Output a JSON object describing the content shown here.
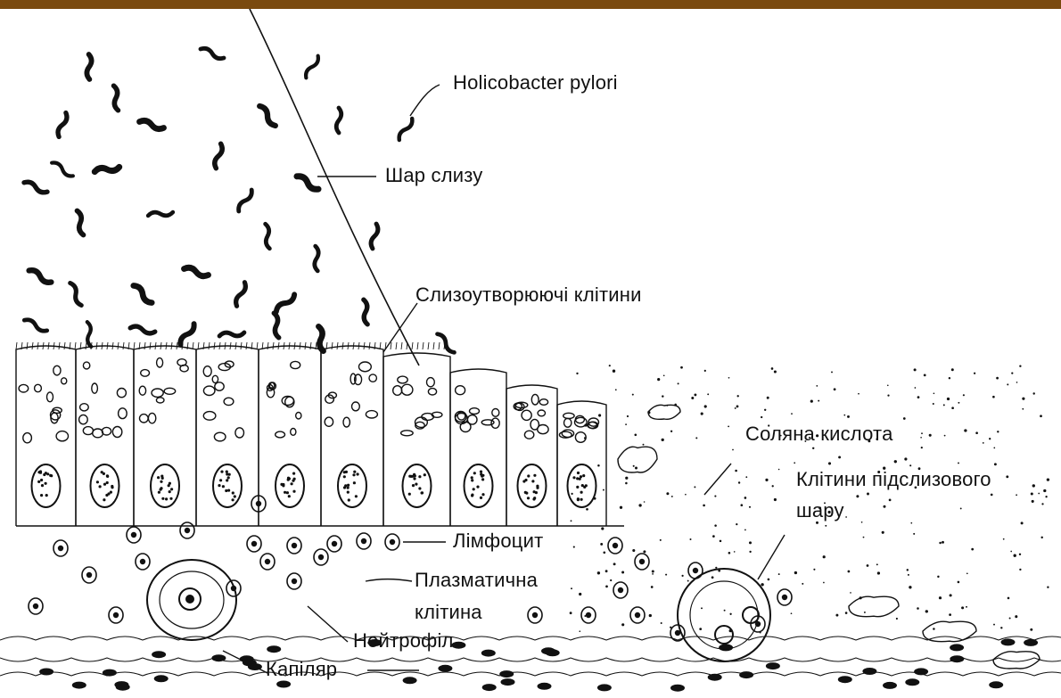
{
  "colors": {
    "header_bar": "#7a4a0f",
    "ink": "#111111",
    "background": "#ffffff"
  },
  "labels": {
    "h_pylori": "Holicobacter pylori",
    "mucus_layer": "Шар слизу",
    "mucus_cells": "Слизоутворюючі клітини",
    "hcl": "Соляна кислота",
    "submucosa_1": "Клітини підслизового",
    "submucosa_2": "шару",
    "lymphocyte": "Лімфоцит",
    "plasma_1": "Плазматична",
    "plasma_2": "клітина",
    "neutrophil": "Нейтрофіл",
    "capillary": "Капіляр"
  }
}
